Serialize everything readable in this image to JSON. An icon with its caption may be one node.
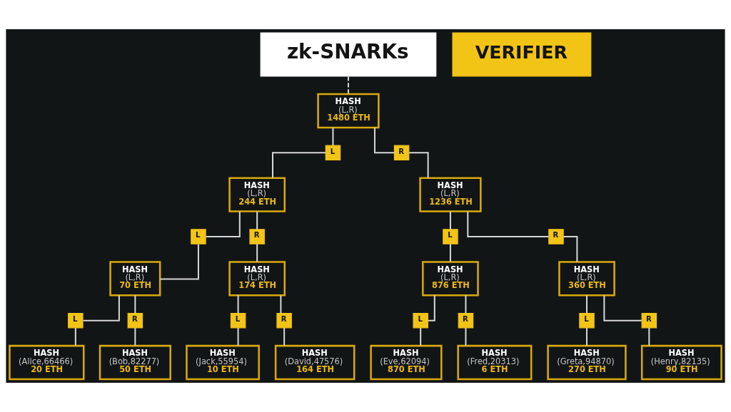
{
  "diagram": {
    "nodes": [
      {
        "text": [
          "VERIFIER"
        ]
      },
      {
        "text": [
          "zk-SNARKs"
        ]
      },
      {
        "text": [
          "HASH",
          "(L,R)",
          "1480 ETH"
        ]
      },
      {
        "text": [
          "L"
        ]
      },
      {
        "text": [
          "R"
        ]
      },
      {
        "text": [
          "HASH",
          "(L,R)",
          "244 ETH"
        ]
      },
      {
        "text": [
          "HASH",
          "(L,R)",
          "1236 ETH"
        ]
      },
      {
        "text": [
          "L"
        ]
      },
      {
        "text": [
          "R"
        ]
      },
      {
        "text": [
          "L"
        ]
      },
      {
        "text": [
          "R"
        ]
      },
      {
        "text": [
          "HASH",
          "(L,R)",
          "70 ETH"
        ]
      },
      {
        "text": [
          "HASH",
          "(L,R)",
          "174 ETH"
        ]
      },
      {
        "text": [
          "HASH",
          "(L,R)",
          "876 ETH"
        ]
      },
      {
        "text": [
          "HASH",
          "(L,R)",
          "360 ETH"
        ]
      },
      {
        "text": [
          "L"
        ]
      },
      {
        "text": [
          "R"
        ]
      },
      {
        "text": [
          "L"
        ]
      },
      {
        "text": [
          "R"
        ]
      },
      {
        "text": [
          "L"
        ]
      },
      {
        "text": [
          "R"
        ]
      },
      {
        "text": [
          "L"
        ]
      },
      {
        "text": [
          "R"
        ]
      },
      {
        "text": [
          "HASH",
          "(Alice,66466)",
          "20 ETH"
        ]
      },
      {
        "text": [
          "HASH",
          "(Bob,82277)",
          "50 ETH"
        ]
      },
      {
        "text": [
          "HASH",
          "(Jack,55954)",
          "10 ETH"
        ]
      },
      {
        "text": [
          "HASH",
          "(David,47576)",
          "164 ETH"
        ]
      },
      {
        "text": [
          "HASH",
          "(Eve,62094)",
          "870 ETH"
        ]
      },
      {
        "text": [
          "HASH",
          "(Fred,20313)",
          "6 ETH"
        ]
      },
      {
        "text": [
          "HASH",
          "(Greta,94870)",
          "270 ETH"
        ]
      },
      {
        "text": [
          "HASH",
          "(Henry,82135)",
          "90 ETH"
        ]
      }
    ],
    "edges": [
      {
        "from": 1,
        "to": 2,
        "arrow": "none",
        "style": "dashed"
      },
      {
        "from": 2,
        "to": 3,
        "arrow": "none"
      },
      {
        "from": 2,
        "to": 4,
        "arrow": "none"
      },
      {
        "from": 3,
        "to": 5,
        "arrow": "none"
      },
      {
        "from": 4,
        "to": 6,
        "arrow": "none"
      },
      {
        "from": 5,
        "to": 7,
        "arrow": "none"
      },
      {
        "from": 5,
        "to": 8,
        "arrow": "none"
      },
      {
        "from": 6,
        "to": 9,
        "arrow": "none"
      },
      {
        "from": 6,
        "to": 10,
        "arrow": "none"
      },
      {
        "from": 7,
        "to": 11,
        "arrow": "none"
      },
      {
        "from": 8,
        "to": 12,
        "arrow": "none"
      },
      {
        "from": 9,
        "to": 13,
        "arrow": "none"
      },
      {
        "from": 10,
        "to": 14,
        "arrow": "none"
      },
      {
        "from": 11,
        "to": 15,
        "arrow": "none"
      },
      {
        "from": 11,
        "to": 16,
        "arrow": "none"
      },
      {
        "from": 12,
        "to": 17,
        "arrow": "none"
      },
      {
        "from": 12,
        "to": 18,
        "arrow": "none"
      },
      {
        "from": 13,
        "to": 19,
        "arrow": "none"
      },
      {
        "from": 13,
        "to": 20,
        "arrow": "none"
      },
      {
        "from": 14,
        "to": 21,
        "arrow": "none"
      },
      {
        "from": 14,
        "to": 22,
        "arrow": "none"
      },
      {
        "from": 15,
        "to": 23,
        "arrow": "none"
      },
      {
        "from": 16,
        "to": 24,
        "arrow": "none"
      },
      {
        "from": 17,
        "to": 25,
        "arrow": "none"
      },
      {
        "from": 18,
        "to": 26,
        "arrow": "none"
      },
      {
        "from": 19,
        "to": 27,
        "arrow": "none"
      },
      {
        "from": 20,
        "to": 28,
        "arrow": "none"
      },
      {
        "from": 21,
        "to": 29,
        "arrow": "none"
      },
      {
        "from": 22,
        "to": 30,
        "arrow": "none"
      }
    ]
  }
}
